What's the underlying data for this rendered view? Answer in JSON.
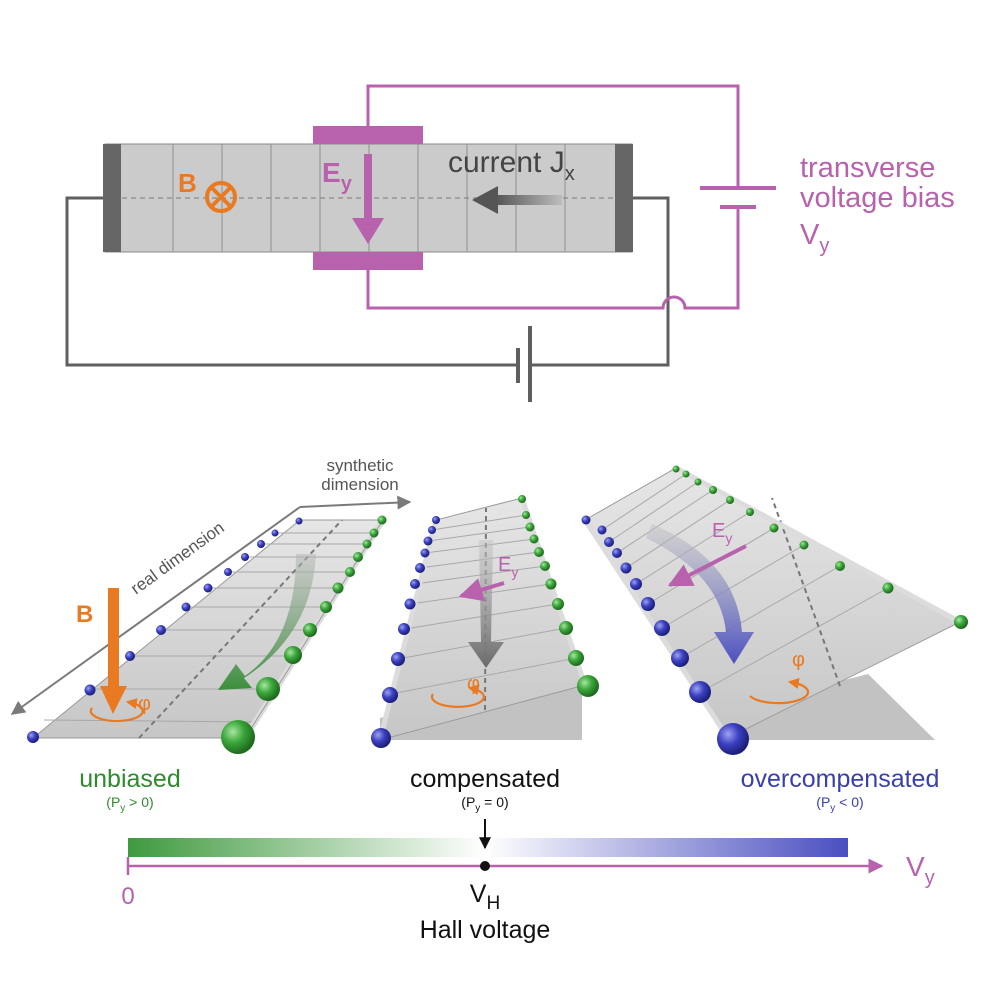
{
  "colors": {
    "magenta": "#b862ad",
    "orange": "#e97a22",
    "green": "#2e8b2e",
    "blue": "#3a3fae",
    "gray_wire": "#5f5f5f",
    "bar_fill": "#cbcbcb",
    "ink": "#1a1a1a"
  },
  "circuit": {
    "b_label": "B",
    "b_symbol": "⊗",
    "ey_main": "E",
    "ey_sub": "y",
    "current_main": "current J",
    "current_sub": "x",
    "bias_line1": "transverse",
    "bias_line2": "voltage bias",
    "bias_v_main": "V",
    "bias_v_sub": "y"
  },
  "lattice": {
    "synthetic_line1": "synthetic",
    "synthetic_line2": "dimension",
    "real_dimension": "real dimension",
    "b_label": "B",
    "phi": "φ",
    "ey_main": "E",
    "ey_sub": "y"
  },
  "panels": [
    {
      "label": "unbiased",
      "cond_pre": "(P",
      "cond_sub": "y",
      "cond_post": " > 0)"
    },
    {
      "label": "compensated",
      "cond_pre": "(P",
      "cond_sub": "y",
      "cond_post": " = 0)"
    },
    {
      "label": "overcompensated",
      "cond_pre": "(P",
      "cond_sub": "y",
      "cond_post": " < 0)"
    }
  ],
  "axis": {
    "zero": "0",
    "vh_main": "V",
    "vh_sub": "H",
    "hall": "Hall voltage",
    "vy_main": "V",
    "vy_sub": "y"
  }
}
